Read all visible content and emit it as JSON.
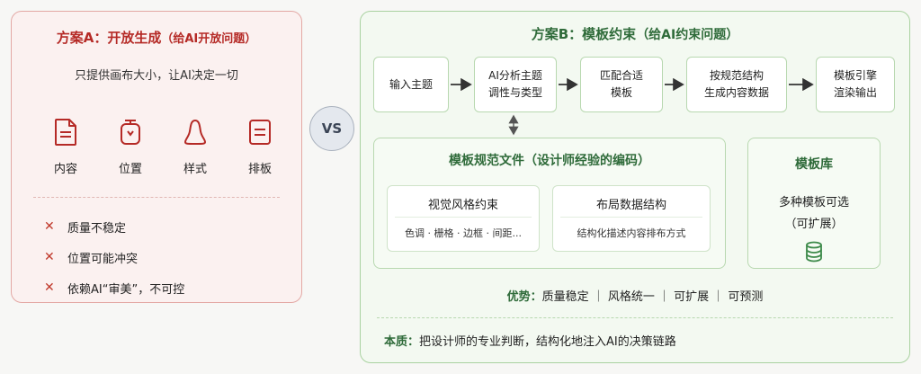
{
  "plan_a": {
    "title": "方案A：开放生成",
    "subtitle": "（给AI开放问题）",
    "description": "只提供画布大小，让AI决定一切",
    "icons": [
      {
        "label": "内容",
        "icon": "document-icon"
      },
      {
        "label": "位置",
        "icon": "location-icon"
      },
      {
        "label": "样式",
        "icon": "bell-shape-icon"
      },
      {
        "label": "排板",
        "icon": "layout-icon"
      }
    ],
    "cons": [
      "质量不稳定",
      "位置可能冲突",
      "依赖AI“审美”，不可控"
    ],
    "accent": "#b52a26"
  },
  "vs": "VS",
  "plan_b": {
    "title": "方案B：模板约束",
    "subtitle": "（给AI约束问题）",
    "steps": [
      {
        "line1": "输入主题",
        "line2": ""
      },
      {
        "line1": "AI分析主题",
        "line2": "调性与类型"
      },
      {
        "line1": "匹配合适",
        "line2": "模板"
      },
      {
        "line1": "按规范结构",
        "line2": "生成内容数据"
      },
      {
        "line1": "模板引擎",
        "line2": "渲染输出"
      }
    ],
    "spec": {
      "title": "模板规范文件（设计师经验的编码）",
      "cards": [
        {
          "title": "视觉风格约束",
          "desc": "色调 · 栅格 · 边框 · 间距..."
        },
        {
          "title": "布局数据结构",
          "desc": "结构化描述内容排布方式"
        }
      ]
    },
    "library": {
      "title": "模板库",
      "line1": "多种模板可选",
      "line2": "（可扩展）",
      "icon": "database-icon"
    },
    "advantages_label": "优势：",
    "advantages": "质量稳定 ｜ 风格统一 ｜ 可扩展 ｜ 可预测",
    "essence_label": "本质：",
    "essence": "把设计师的专业判断，结构化地注入AI的决策链路",
    "accent": "#2f6b3a"
  }
}
